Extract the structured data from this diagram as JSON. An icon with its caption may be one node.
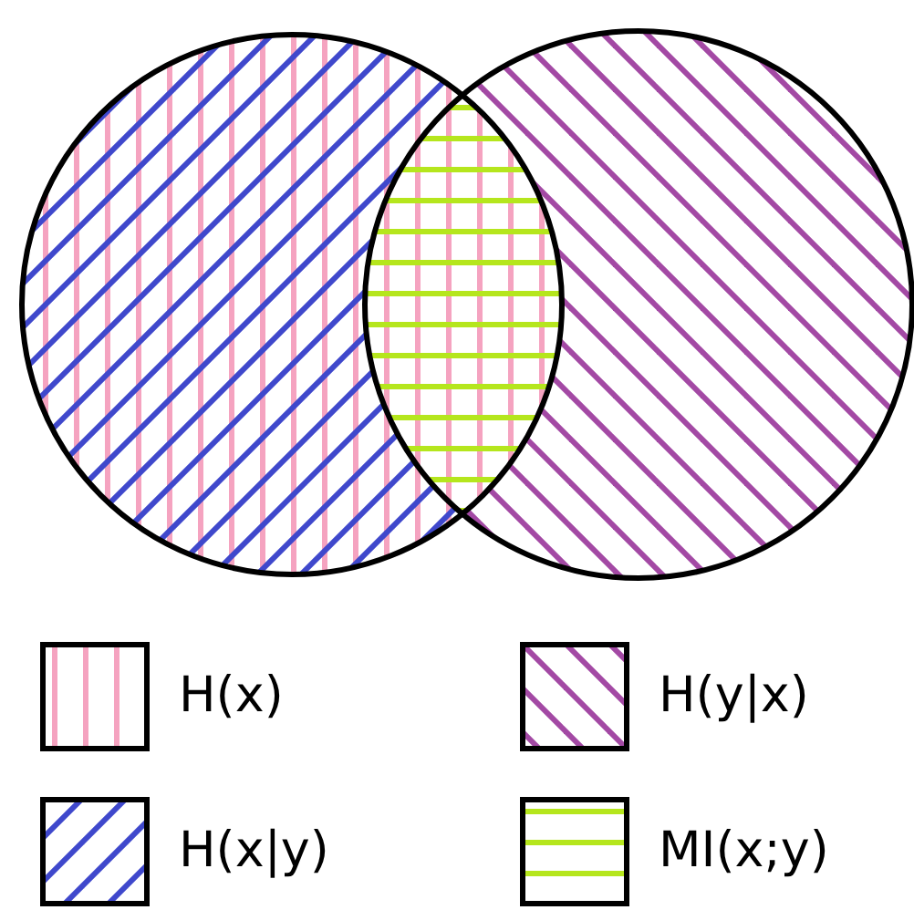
{
  "diagram": {
    "legend": [
      {
        "text": "H(x)",
        "color": "#f5a3c0"
      },
      {
        "text": "H(y|x)",
        "color": "#a349a4"
      },
      {
        "text": "H(x|y)",
        "color": "#3f48cc"
      },
      {
        "text": "MI(x;y)",
        "color": "#b5e61d"
      }
    ]
  }
}
